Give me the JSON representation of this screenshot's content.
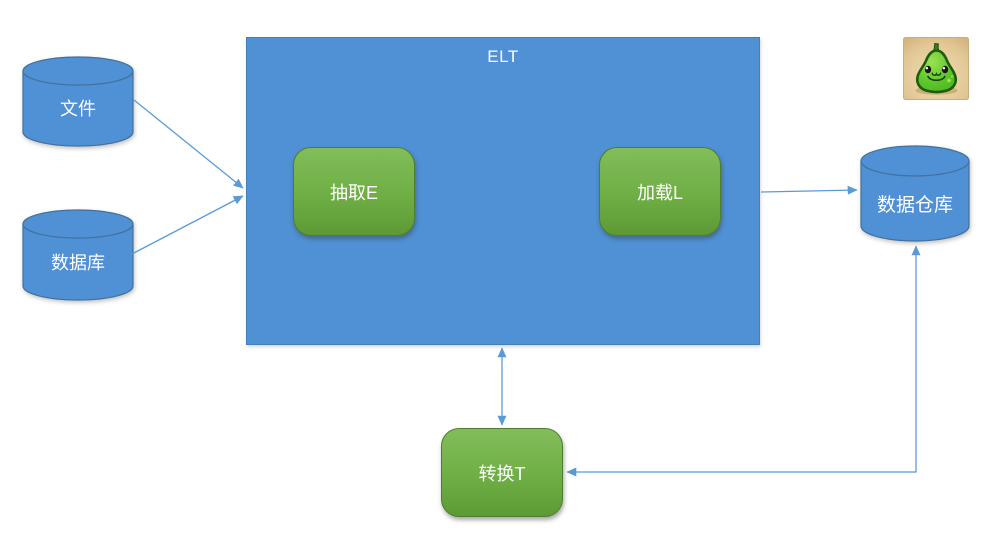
{
  "diagram": {
    "elt_container_label": "ELT",
    "nodes": {
      "file": {
        "label": "文件",
        "shape": "cylinder"
      },
      "database": {
        "label": "数据库",
        "shape": "cylinder"
      },
      "extract": {
        "label": "抽取E",
        "shape": "rounded-rectangle"
      },
      "load": {
        "label": "加载L",
        "shape": "rounded-rectangle"
      },
      "warehouse": {
        "label": "数据仓库",
        "shape": "cylinder"
      },
      "transform": {
        "label": "转换T",
        "shape": "rounded-rectangle"
      }
    },
    "edges": [
      {
        "from": "file",
        "to": "elt-container",
        "arrows": "end",
        "style": "straight"
      },
      {
        "from": "database",
        "to": "elt-container",
        "arrows": "end",
        "style": "straight"
      },
      {
        "from": "elt-container",
        "to": "warehouse",
        "arrows": "end",
        "style": "straight"
      },
      {
        "from": "elt-container",
        "to": "transform",
        "arrows": "both",
        "style": "straight"
      },
      {
        "from": "warehouse",
        "to": "transform",
        "arrows": "both",
        "style": "elbow"
      }
    ],
    "colors": {
      "blue_fill": "#4F91D4",
      "blue_border": "#41719C",
      "green_fill_top": "#82BD5A",
      "green_fill_bottom": "#5D9A35",
      "green_border": "#4F7E2D",
      "connector": "#5B9BD5",
      "label_text": "#FFFFFF"
    }
  },
  "logo": {
    "name": "pear-mascot",
    "background": "#E2C globally-ignored",
    "background_color": "#E2C796"
  }
}
